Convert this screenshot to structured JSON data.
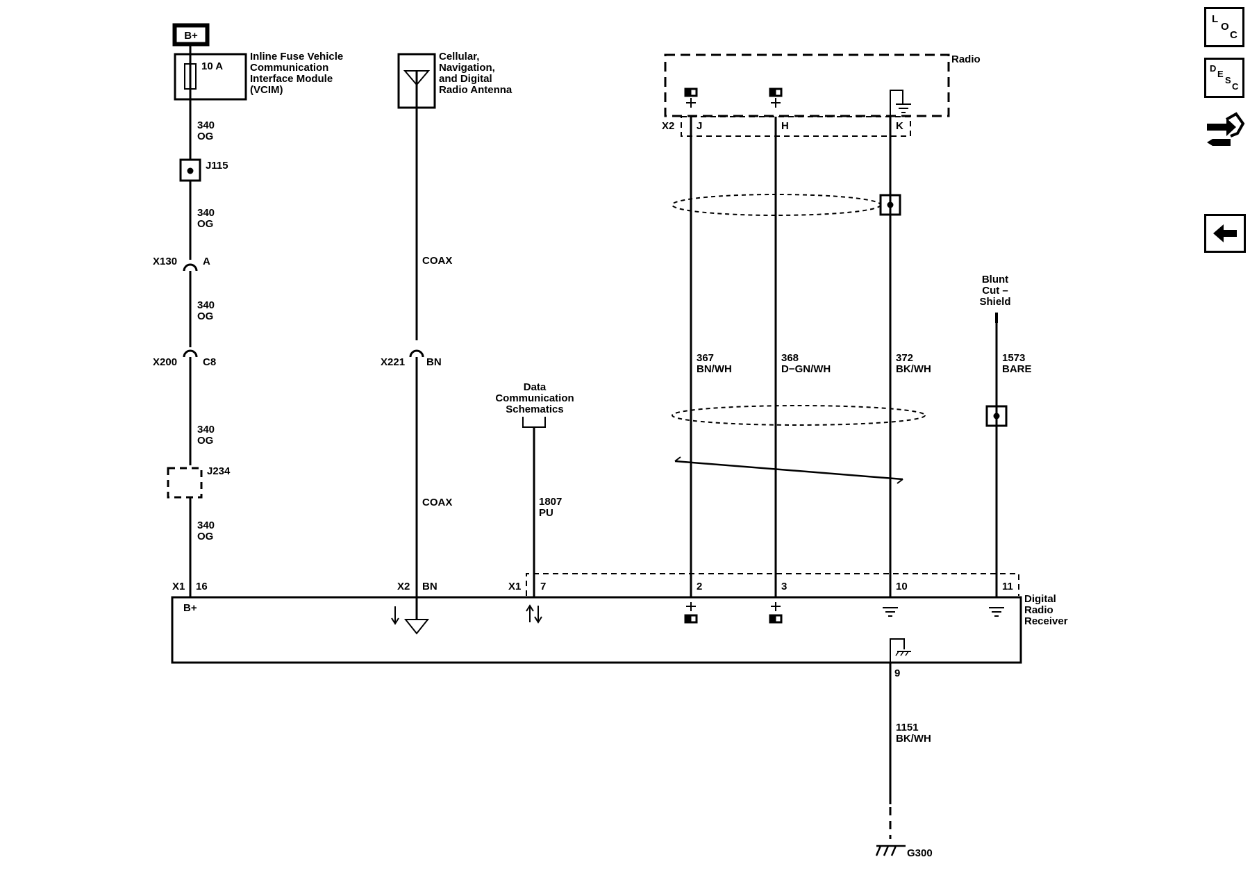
{
  "power": {
    "label": "B+",
    "fuse_rating": "10 A",
    "fuse_name": "Inline Fuse Vehicle Communication Interface Module (VCIM)"
  },
  "splices": {
    "j115": "J115",
    "j234": "J234"
  },
  "connectors": {
    "x130": "X130",
    "x130_pin": "A",
    "x200": "X200",
    "x200_pin": "C8",
    "x221": "X221",
    "x221_pin": "BN",
    "radio_x2": "X2",
    "receiver_x1_a": "X1",
    "receiver_x1_a_pin": "16",
    "receiver_x2": "X2",
    "receiver_x2_pin": "BN",
    "receiver_x1_b": "X1",
    "receiver_x1_b_pin": "7"
  },
  "wires": {
    "w340": "340",
    "og": "OG",
    "coax": "COAX",
    "w1807": "1807",
    "pu": "PU",
    "w367": "367",
    "c367": "BN/WH",
    "w368": "368",
    "c368": "D−GN/WH",
    "w372": "372",
    "c372": "BK/WH",
    "w1573": "1573",
    "c1573": "BARE",
    "w1151": "1151",
    "c1151": "BK/WH"
  },
  "antenna": {
    "name": "Cellular, Navigation, and Digital Radio Antenna"
  },
  "data_comm": {
    "name": "Data Communication Schematics"
  },
  "radio": {
    "name": "Radio",
    "pin_j": "J",
    "pin_h": "H",
    "pin_k": "K"
  },
  "shield": {
    "name": "Blunt Cut – Shield"
  },
  "receiver": {
    "name": "Digital Radio Receiver",
    "bplus": "B+",
    "pin2": "2",
    "pin3": "3",
    "pin10": "10",
    "pin11": "11",
    "pin9": "9"
  },
  "ground": {
    "name": "G300"
  },
  "sidebar": {
    "loc": "LOC",
    "desc": "DESC",
    "connector_icon": "connector-tool-icon",
    "back_icon": "back-arrow-icon"
  }
}
